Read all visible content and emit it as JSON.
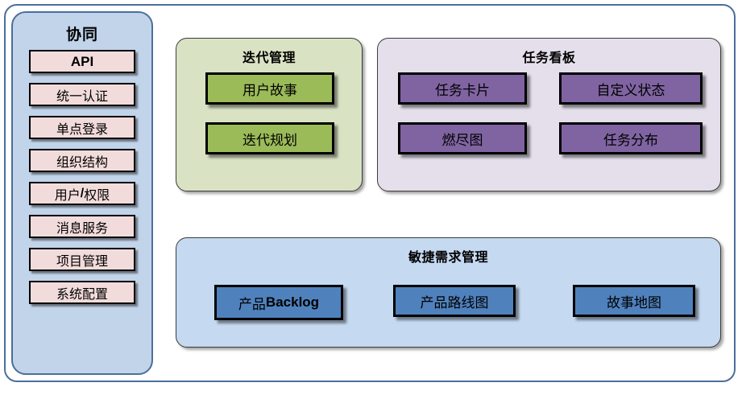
{
  "colors": {
    "frame_border": "#4a6f9c",
    "sidebar_bg": "#c2d4ea",
    "sidebar_item_bg": "#f2dcdb",
    "iteration_panel_bg": "#d9e3c4",
    "iteration_box_bg": "#9bbb59",
    "taskboard_panel_bg": "#e4dfeb",
    "taskboard_box_bg": "#8064a2",
    "agile_panel_bg": "#c5d9f1",
    "agile_box_bg": "#4f81bd",
    "box_border": "#000000"
  },
  "sidebar": {
    "title": "协同",
    "items": [
      {
        "label": "API"
      },
      {
        "label": "统一认证"
      },
      {
        "label": "单点登录"
      },
      {
        "label": "组织结构"
      },
      {
        "label_a": "用户",
        "label_b": "/",
        "label_c": "权限"
      },
      {
        "label": "消息服务"
      },
      {
        "label": "项目管理"
      },
      {
        "label": "系统配置"
      }
    ]
  },
  "panels": {
    "iteration": {
      "title": "迭代管理",
      "boxes": [
        {
          "label": "用户故事"
        },
        {
          "label": "迭代规划"
        }
      ]
    },
    "taskboard": {
      "title": "任务看板",
      "boxes": [
        {
          "label": "任务卡片"
        },
        {
          "label": "自定义状态"
        },
        {
          "label": "燃尽图"
        },
        {
          "label": "任务分布"
        }
      ]
    },
    "agile": {
      "title": "敏捷需求管理",
      "boxes": [
        {
          "label_a": "产品",
          "label_b": "Backlog"
        },
        {
          "label": "产品路线图"
        },
        {
          "label": "故事地图"
        }
      ]
    }
  }
}
